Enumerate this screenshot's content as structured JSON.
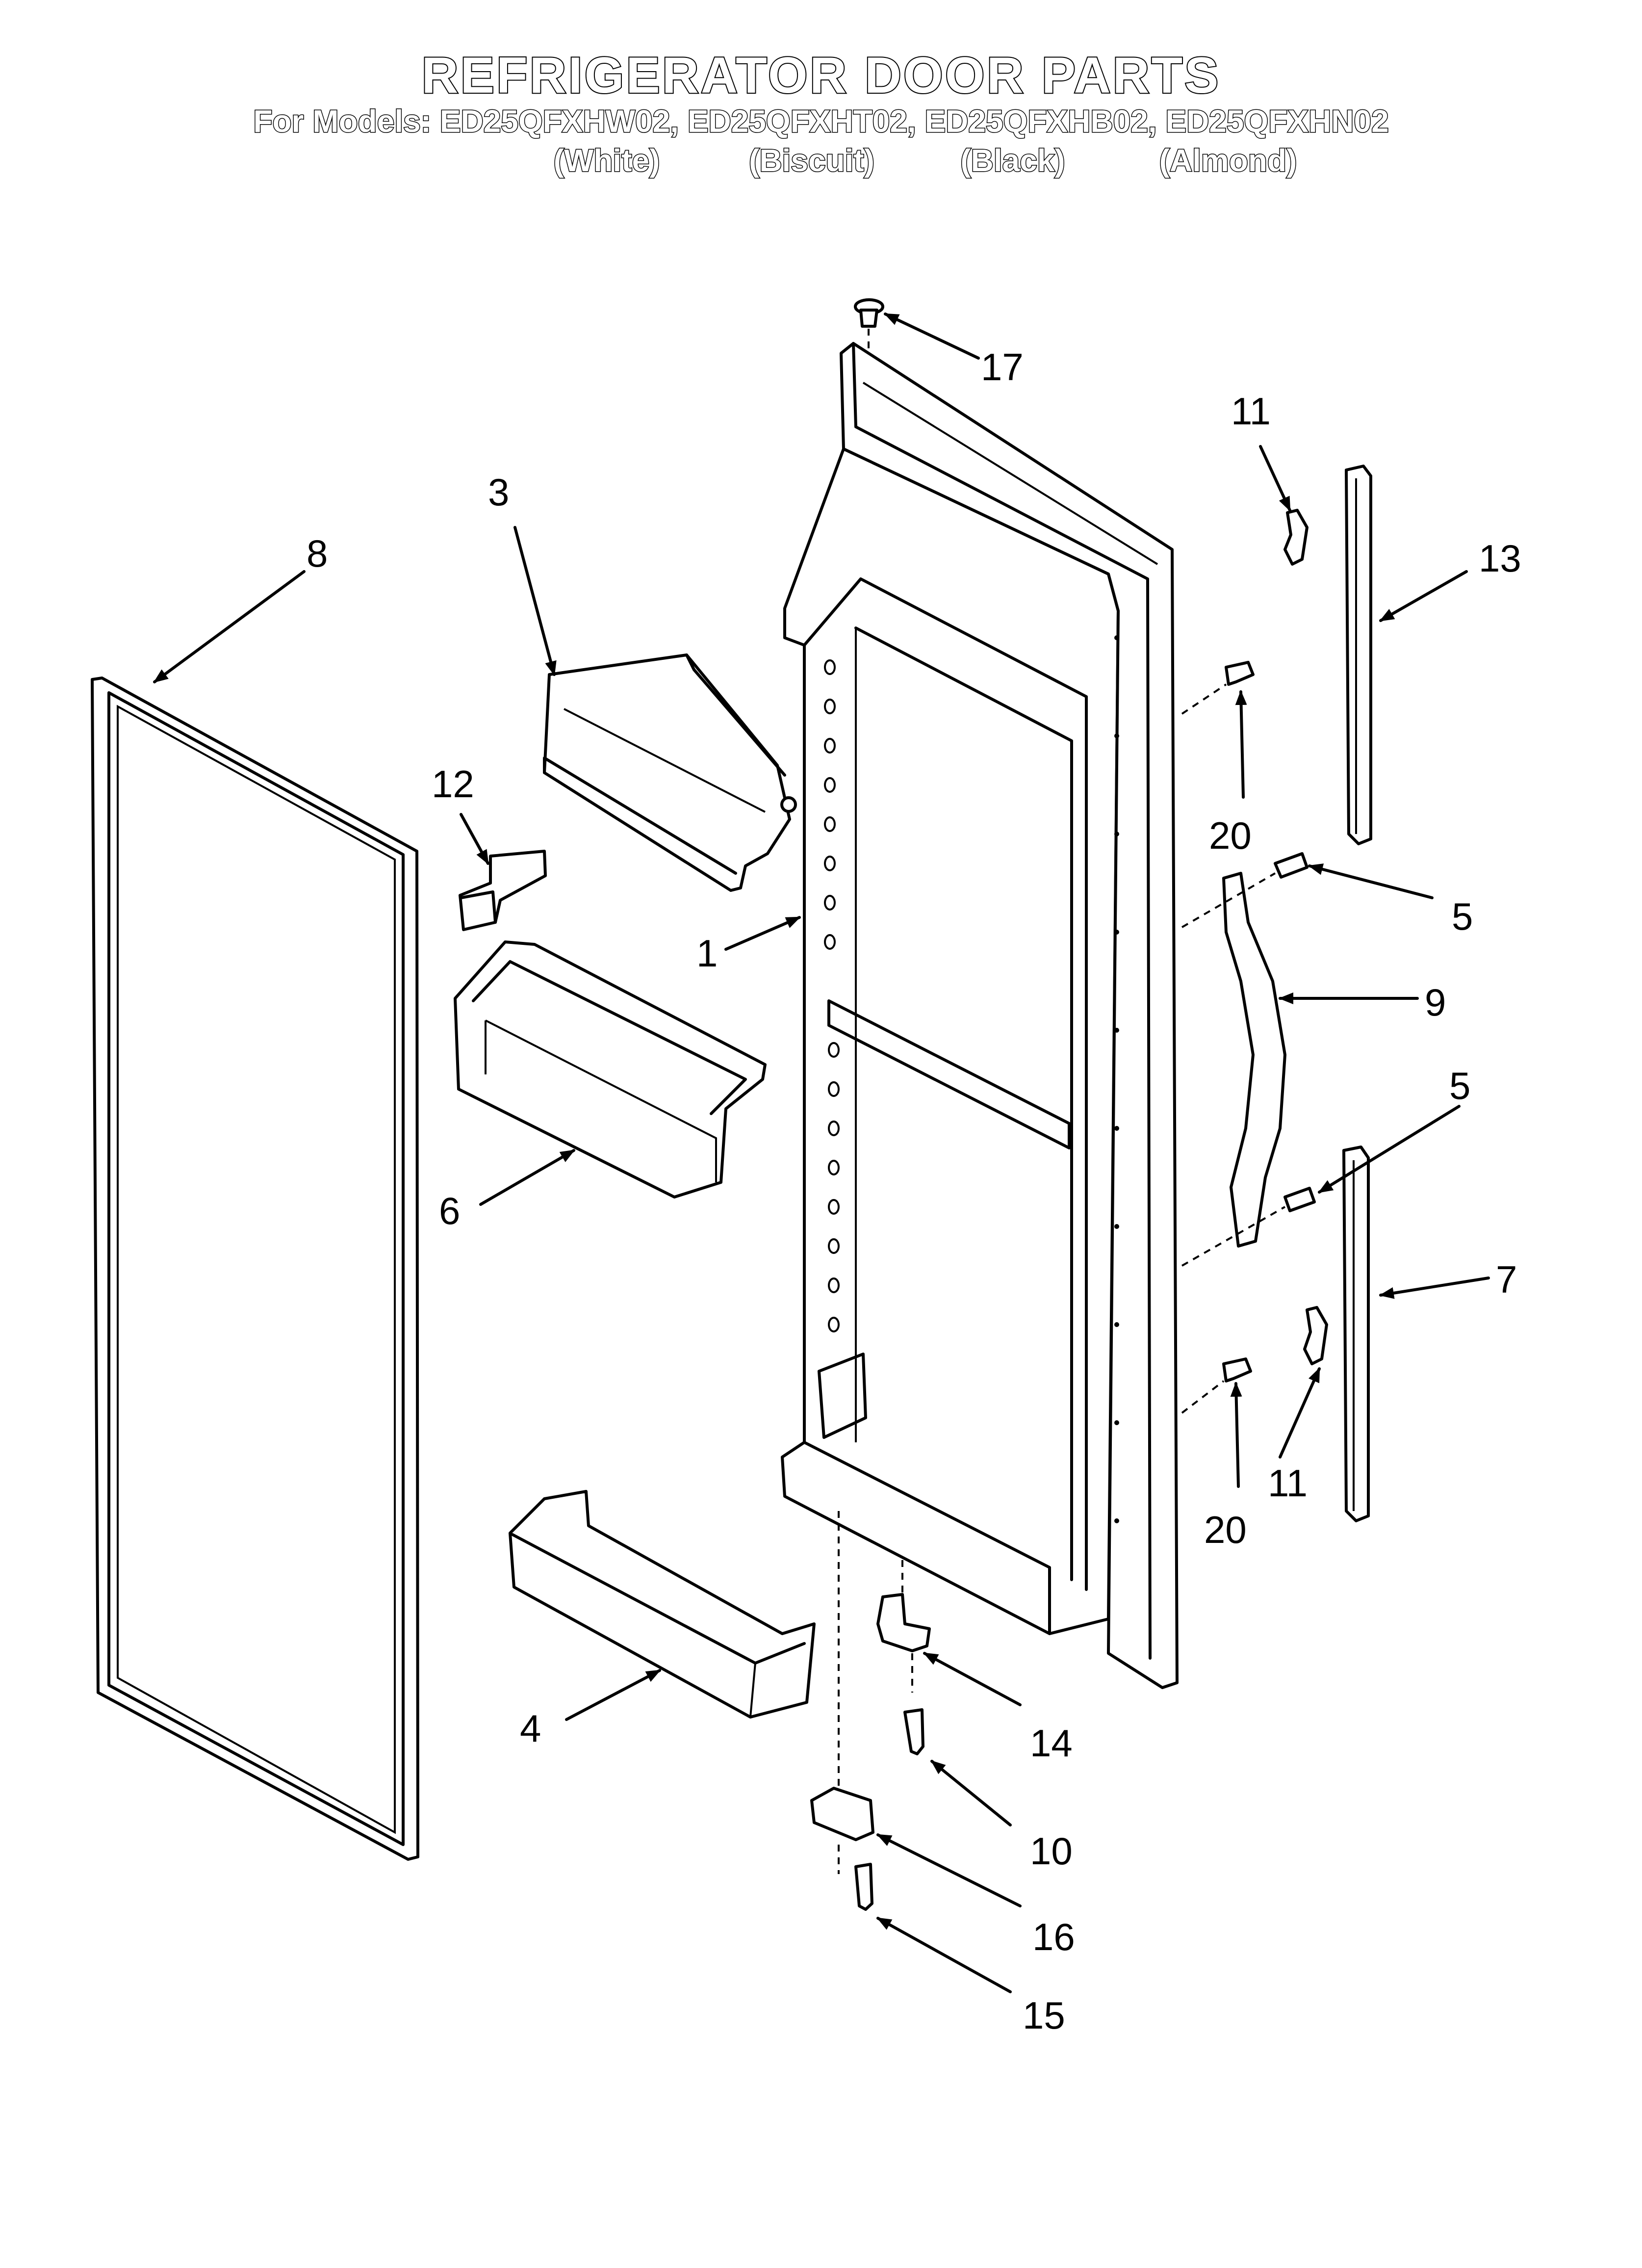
{
  "header": {
    "title": "REFRIGERATOR DOOR PARTS",
    "models_line": "For Models: ED25QFXHW02, ED25QFXHT02, ED25QFXHB02, ED25QFXHN02",
    "colors": [
      "(White)",
      "(Biscuit)",
      "(Black)",
      "(Almond)"
    ]
  },
  "callouts": {
    "c1": "1",
    "c3": "3",
    "c4": "4",
    "c5a": "5",
    "c5b": "5",
    "c6": "6",
    "c7": "7",
    "c8": "8",
    "c9": "9",
    "c10": "10",
    "c11a": "11",
    "c11b": "11",
    "c12": "12",
    "c13": "13",
    "c14": "14",
    "c15": "15",
    "c16": "16",
    "c17": "17",
    "c20a": "20",
    "c20b": "20"
  }
}
